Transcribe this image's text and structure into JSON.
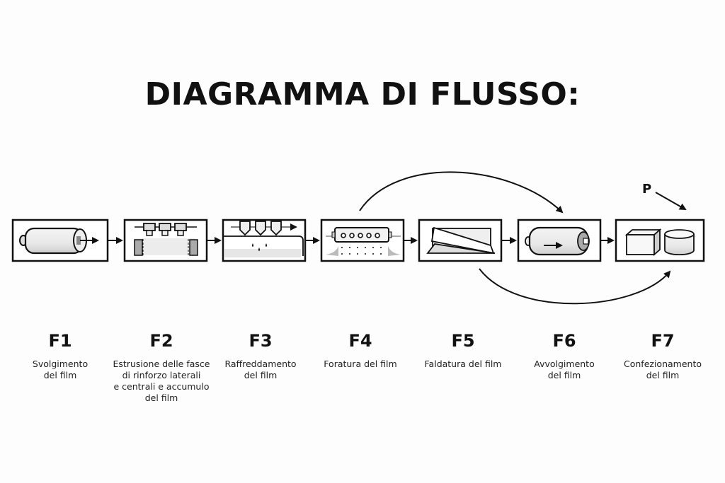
{
  "title": "DIAGRAMMA DI FLUSSO:",
  "steps": [
    {
      "code": "F1",
      "description": "Svolgimento\ndel film",
      "icon": "film-roll-unwind-icon"
    },
    {
      "code": "F2",
      "description": "Estrusione delle fasce\ndi rinforzo laterali\ne centrali e accumulo\ndel film",
      "icon": "extrusion-nozzles-icon"
    },
    {
      "code": "F3",
      "description": "Raffreddamento\ndel film",
      "icon": "cooling-drops-icon"
    },
    {
      "code": "F4",
      "description": "Foratura del film",
      "icon": "perforation-roller-icon"
    },
    {
      "code": "F5",
      "description": "Faldatura del film",
      "icon": "film-folding-icon"
    },
    {
      "code": "F6",
      "description": "Avvolgimento\ndel film",
      "icon": "film-roll-winding-icon"
    },
    {
      "code": "F7",
      "description": "Confezionamento\ndel film",
      "icon": "packaging-box-icon"
    }
  ],
  "bypass_arrows": [
    {
      "from": "F4",
      "to": "F6",
      "position": "above"
    },
    {
      "from": "F5",
      "to": "F7",
      "position": "below"
    }
  ],
  "input_label": {
    "text": "P",
    "target": "F7"
  }
}
